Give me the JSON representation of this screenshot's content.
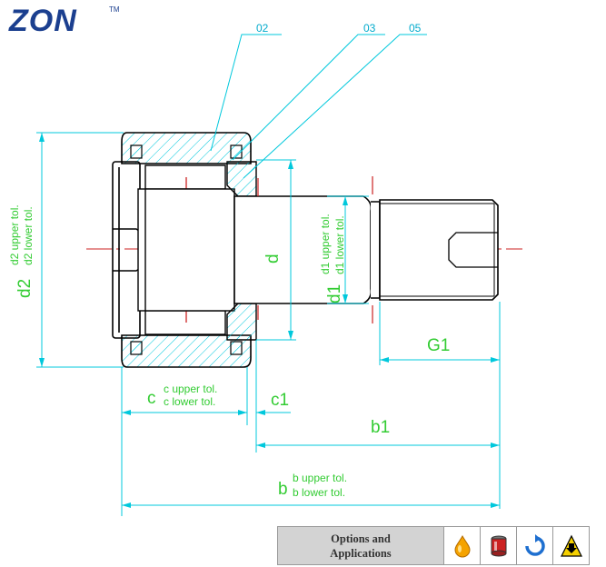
{
  "logo": {
    "text": "ZON",
    "tm": "TM"
  },
  "parts": {
    "p02": "02",
    "p03": "03",
    "p05": "05"
  },
  "dims": {
    "d2": "d2",
    "d2_upper": "d2 upper tol.",
    "d2_lower": "d2 lower tol.",
    "d": "d",
    "d1": "d1",
    "d1_upper": "d1 upper tol.",
    "d1_lower": "d1 lower tol.",
    "g1": "G1",
    "c": "c",
    "c_upper": "c upper tol.",
    "c_lower": "c lower tol.",
    "c1": "c1",
    "b1": "b1",
    "b": "b",
    "b_upper": "b upper tol.",
    "b_lower": "b lower tol."
  },
  "colors": {
    "outline": "#000000",
    "dimension": "#00c8dc",
    "label": "#33cc33",
    "centerline": "#cc2222",
    "brand": "#1b3f8f"
  },
  "bar": {
    "label": "Options and\nApplications",
    "icons": [
      "oil-drop-icon",
      "seal-icon",
      "refresh-icon",
      "load-icon"
    ]
  }
}
